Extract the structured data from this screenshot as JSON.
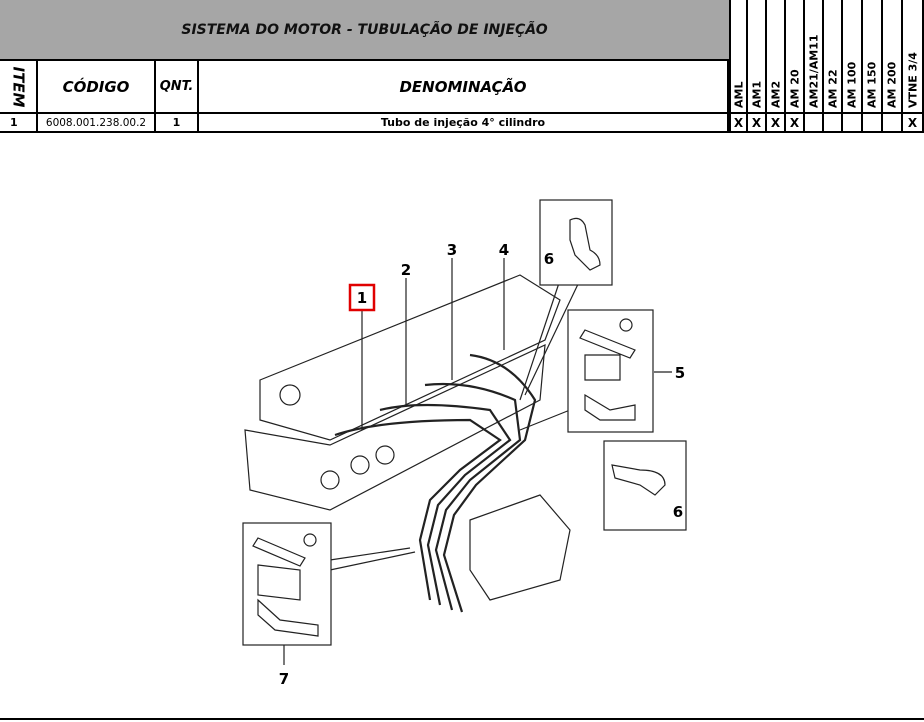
{
  "title": "SISTEMA DO MOTOR - TUBULAÇÃO DE INJEÇÃO",
  "headers": {
    "item": "ITEM",
    "codigo": "CÓDIGO",
    "qnt": "QNT.",
    "denominacao": "DENOMINAÇÃO"
  },
  "models": [
    "AML",
    "AM1",
    "AM2",
    "AM 20",
    "AM21/AM11",
    "AM 22",
    "AM 100",
    "AM 150",
    "AM 200",
    "VTNE 3/4"
  ],
  "rows": [
    {
      "item": "1",
      "codigo": "6008.001.238.00.2",
      "qnt": "1",
      "denominacao": "Tubo de injeção 4° cilindro",
      "marks": [
        "X",
        "X",
        "X",
        "X",
        "",
        "",
        "",
        "",
        "",
        "X"
      ]
    }
  ],
  "diagram": {
    "callouts": [
      "1",
      "2",
      "3",
      "4",
      "5",
      "6",
      "6",
      "7"
    ],
    "highlight_color": "#e00000"
  }
}
